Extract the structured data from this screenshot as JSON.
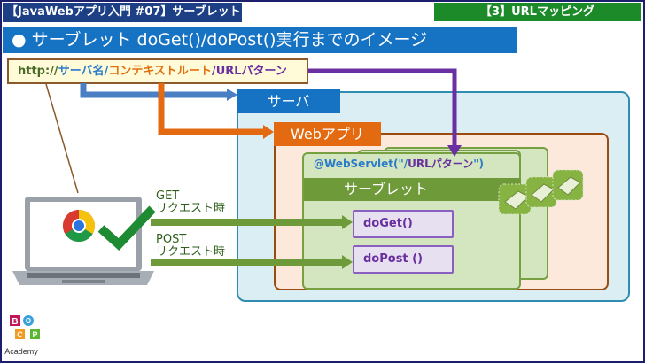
{
  "header": {
    "lesson_title": "【JavaWebアプリ入門 #07】サーブレット",
    "section": "【3】URLマッピング",
    "slide_heading": "● サーブレット doGet()/doPost()実行までのイメージ"
  },
  "url": {
    "scheme": "http://",
    "server_name": "サーバ名",
    "sep1": "/",
    "context_root": "コンテキストルート",
    "sep2": "/",
    "url_pattern": "URLパターン"
  },
  "diagram": {
    "server_label": "サーバ",
    "webapp_label": "Webアプリ",
    "annotation_prefix": "@WebServlet(\"/",
    "annotation_pattern": "URLパターン",
    "annotation_suffix": "\")",
    "servlet_label": "サーブレット",
    "methods": [
      "doGet()",
      "doPost ()"
    ],
    "requests": [
      {
        "method": "GET",
        "label": "リクエスト時"
      },
      {
        "method": "POST",
        "label": "リクエスト時"
      }
    ]
  },
  "client": {
    "device_icon": "laptop-icon",
    "browser_icon": "chrome-icon",
    "status_icon": "checkmark-icon"
  },
  "logo": {
    "letters": [
      "B",
      "C",
      "O",
      "P"
    ],
    "text": "Academy"
  },
  "colors": {
    "title_bg": "#1c3f86",
    "section_bg": "#1d8a2a",
    "heading_bg": "#1673c4",
    "server": "#1673c4",
    "webapp": "#e36a10",
    "servlet": "#6f9a3a",
    "url_pattern_arrow": "#6a2fa0"
  }
}
